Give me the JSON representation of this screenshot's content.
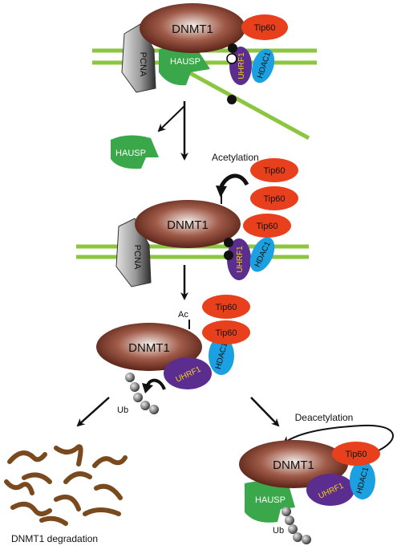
{
  "labels": {
    "dnmt1": "DNMT1",
    "tip60": "Tip60",
    "pcna": "PCNA",
    "hausp": "HAUSP",
    "uhrf1": "UHRF1",
    "hdac1": "HDAC1",
    "acetylation": "Acetylation",
    "deacetylation": "Deacetylation",
    "ac": "Ac",
    "ub": "Ub",
    "degradation": "DNMT1 degradation"
  },
  "colors": {
    "dna": "#8cc63f",
    "dnmt1_center": "#f4ece8",
    "dnmt1_mid": "#a05a48",
    "dnmt1_edge": "#5a2418",
    "tip60": "#e8401c",
    "uhrf1": "#5b2d8e",
    "uhrf1_text": "#f7d117",
    "hdac1": "#1ba1e2",
    "hausp": "#3aa84a",
    "pcna_light": "#d0d0d0",
    "pcna_dark": "#3a3a3a",
    "fragment": "#7a4a1e",
    "ubiquitin": "#8a8a8a",
    "arrow": "#111111"
  }
}
